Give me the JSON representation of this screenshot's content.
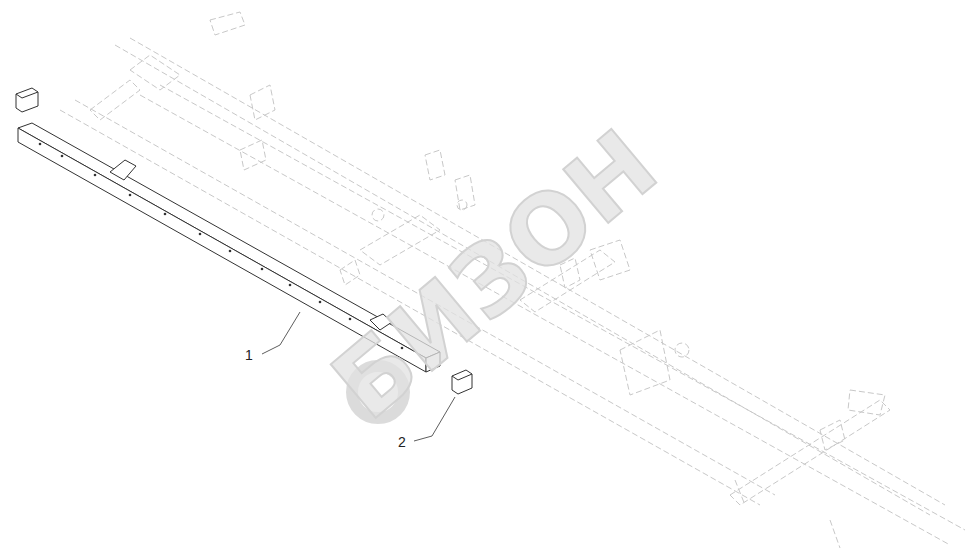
{
  "diagram": {
    "labels": [
      "1",
      "2",
      "БИЗОН"
    ]
  }
}
